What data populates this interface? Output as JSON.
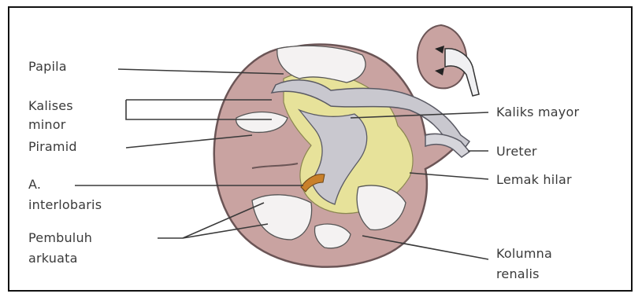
{
  "colors": {
    "cortex": "#c9a3a1",
    "cortex_outline": "#6b5556",
    "pelvis": "#c9c8cf",
    "fat": "#e7e29a",
    "pyramid": "#f4f2f2",
    "artery": "#c9802a"
  },
  "labels": {
    "papila": "Papila",
    "kalises": "Kalises",
    "minor": "minor",
    "piramid": "Piramid",
    "a": "A.",
    "interlobaris": "interlobaris",
    "pembuluh": "Pembuluh",
    "arkuata": "arkuata",
    "kaliks_mayor": "Kaliks mayor",
    "ureter": "Ureter",
    "lemak_hilar": "Lemak hilar",
    "kolumna": "Kolumna",
    "renalis": "renalis"
  }
}
